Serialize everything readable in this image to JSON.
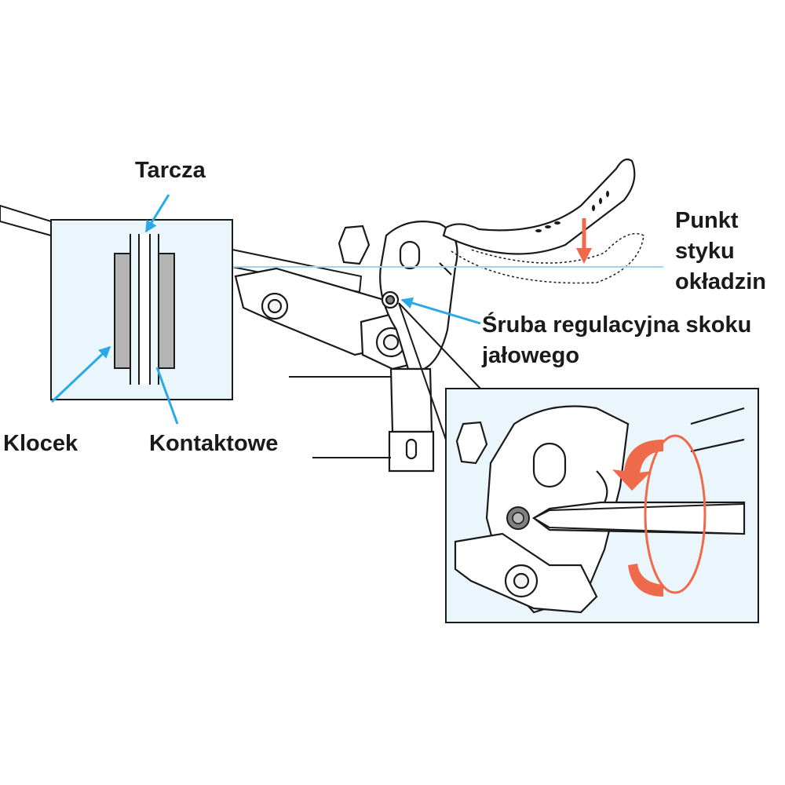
{
  "labels": {
    "disc": "Tarcza",
    "pad": "Klocek",
    "contact": "Kontaktowe",
    "contact_point_line1": "Punkt",
    "contact_point_line2": "styku",
    "contact_point_line3": "okładzin",
    "screw_line1": "Śruba regulacyjna skoku",
    "screw_line2": "jałowego"
  },
  "colors": {
    "pointer_arrow": "#29a9e8",
    "rotation_arrow": "#ef6a4a",
    "panel_fill": "#eaf6fb",
    "guide_line": "#9fd3ee",
    "pad_fill": "#b4b4b4",
    "outline": "#1a1a1a"
  }
}
